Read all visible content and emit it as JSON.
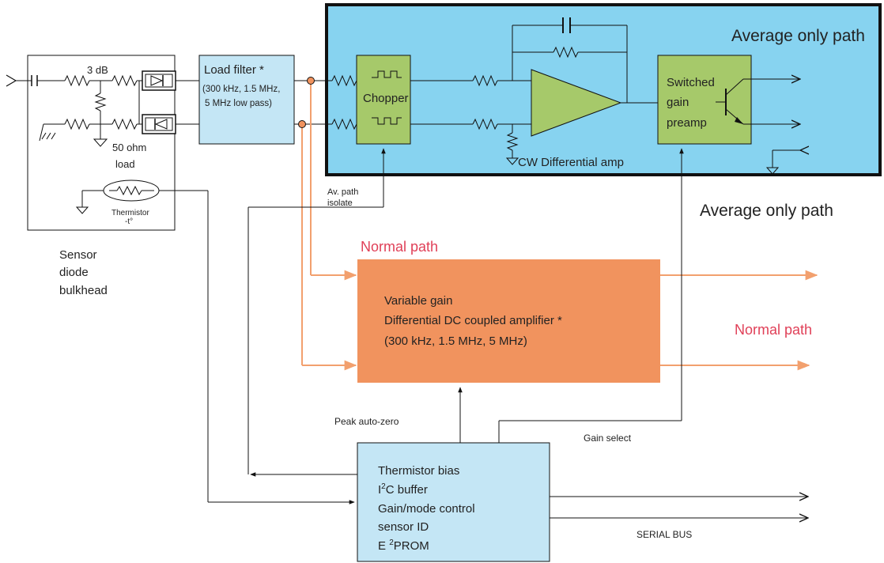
{
  "avg_path_top": "Average only path",
  "avg_path_right": "Average only path",
  "normal_path_top": "Normal path",
  "normal_path_right": "Normal path",
  "sensor": {
    "atten": "3 dB",
    "load_line1": "50 ohm",
    "load_line2": "load",
    "thermistor_line1": "Thermistor",
    "thermistor_line2": "-t°",
    "caption_line1": "Sensor",
    "caption_line2": "diode",
    "caption_line3": "bulkhead"
  },
  "load_filter": {
    "title": "Load filter *",
    "line1": "(300 kHz, 1.5 MHz,",
    "line2": "5 MHz low pass)"
  },
  "chopper": "Chopper",
  "cw_amp": "CW Differential amp",
  "preamp": {
    "line1": "Switched",
    "line2": "gain",
    "line3": "preamp"
  },
  "av_isolate": {
    "line1": "Av. path",
    "line2": "isolate"
  },
  "vga": {
    "line1": "Variable gain",
    "line2": "Differential DC coupled amplifier *",
    "line3": "(300 kHz, 1.5 MHz, 5 MHz)"
  },
  "peak_autozero": "Peak auto-zero",
  "gain_select": "Gain select",
  "control": {
    "line1": "Thermistor bias",
    "line2_pre": "I",
    "line2_sup": "2",
    "line2_post": "C buffer",
    "line3": "Gain/mode control",
    "line4": "sensor ID",
    "line5_pre": "E ",
    "line5_sup": "2",
    "line5_post": "PROM"
  },
  "serial_bus": "SERIAL BUS",
  "colors": {
    "avg_panel": "#87d3f0",
    "green_block": "#a6c96a",
    "filter_box": "#c4e6f5",
    "normal_amp": "#f1935e",
    "normal_line": "#f2a06e",
    "normal_text": "#e04058",
    "control_box": "#c4e6f5"
  }
}
